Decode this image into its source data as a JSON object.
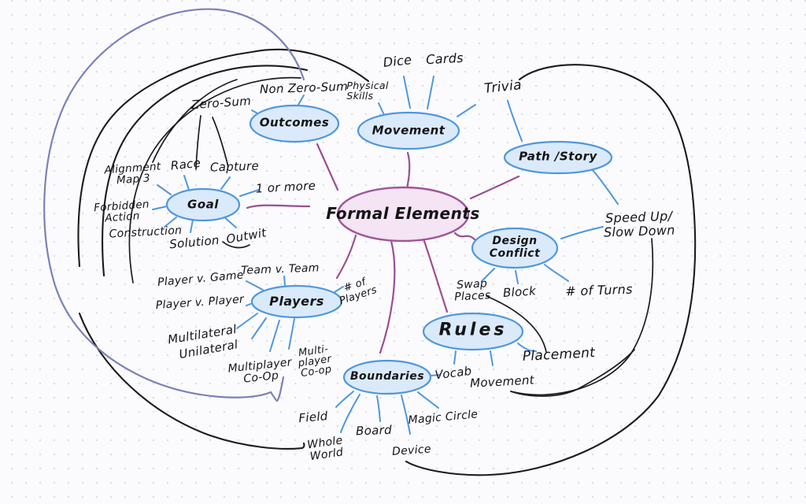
{
  "title": "Formal Elements mind map",
  "colors": {
    "background": "#fbfbfd",
    "dot_grid": "#dee0e6",
    "center_fill": "#f4e4f4",
    "center_stroke": "#a0549a",
    "node_fill": "#daeafa",
    "node_stroke": "#4f97dd",
    "purple_connector": "#9b4f93",
    "blue_connector": "#4f97dd",
    "black_ink": "#1c1c1e",
    "slate_ink": "#7b81b8"
  },
  "center": {
    "label": "Formal Elements"
  },
  "nodes": {
    "outcomes": {
      "label": "Outcomes"
    },
    "movement": {
      "label": "Movement"
    },
    "path_story": {
      "label": "Path /Story"
    },
    "goal": {
      "label": "Goal"
    },
    "design_conflict": {
      "label": "Design\nConflict"
    },
    "players": {
      "label": "Players"
    },
    "rules": {
      "label": "Rules"
    },
    "boundaries": {
      "label": "Boundaries"
    }
  },
  "leaves": {
    "non_zero_sum": "Non Zero-Sum",
    "zero_sum": "Zero-Sum",
    "physical_skills": "Physical\nSkills",
    "dice": "Dice",
    "cards": "Cards",
    "trivia": "Trivia",
    "speed_up_slow_down": "Speed Up/\nSlow Down",
    "num_turns": "# of Turns",
    "block": "Block",
    "swap_places": "Swap\nPlaces",
    "alignment_map": "Alignment\nMap 3",
    "race": "Race",
    "capture": "Capture",
    "one_or_more": "1 or more",
    "forbidden_action": "Forbidden\nAction",
    "construction": "Construction",
    "solution": "Solution",
    "outwit": "Outwit",
    "team_v_team": "Team v. Team",
    "player_v_game": "Player v. Game",
    "player_v_player": "Player v. Player",
    "num_players": "# of\nPlayers",
    "multilateral": "Multilateral",
    "unilateral": "Unilateral",
    "multiplayer_coop": "Multiplayer\nCo-Op",
    "multi_player_coop": "Multi-\nplayer\nCo-op",
    "placement": "Placement",
    "vocab": "Vocab",
    "movement_rule": "Movement",
    "field": "Field",
    "whole_world": "Whole\nWorld",
    "board": "Board",
    "device": "Device",
    "magic_circle": "Magic Circle"
  }
}
